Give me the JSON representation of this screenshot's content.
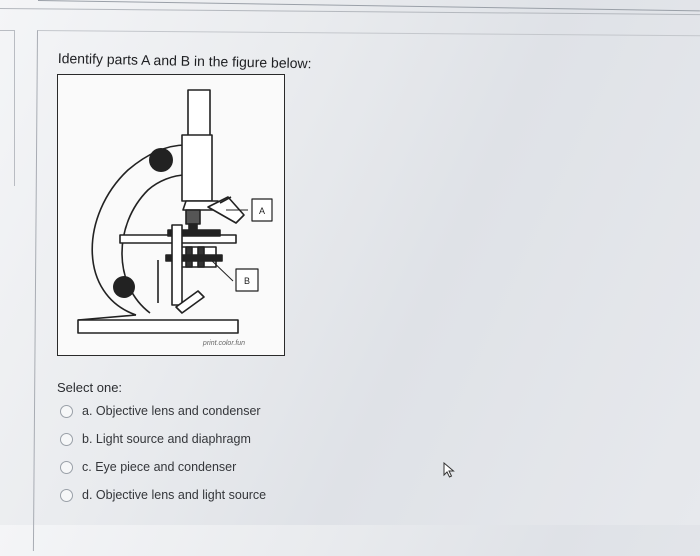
{
  "question": {
    "prompt": "Identify parts A and B in the figure below:",
    "label_a": "A",
    "label_b": "B",
    "watermark": "print.color.fun"
  },
  "answers": {
    "select_label": "Select one:",
    "options": [
      {
        "text": "a. Objective lens and condenser"
      },
      {
        "text": "b. Light source and diaphragm"
      },
      {
        "text": "c. Eye piece and condenser"
      },
      {
        "text": "d. Objective lens and light source"
      }
    ]
  },
  "colors": {
    "ink": "#1e1f22",
    "radio_border": "#9aa0a8"
  }
}
